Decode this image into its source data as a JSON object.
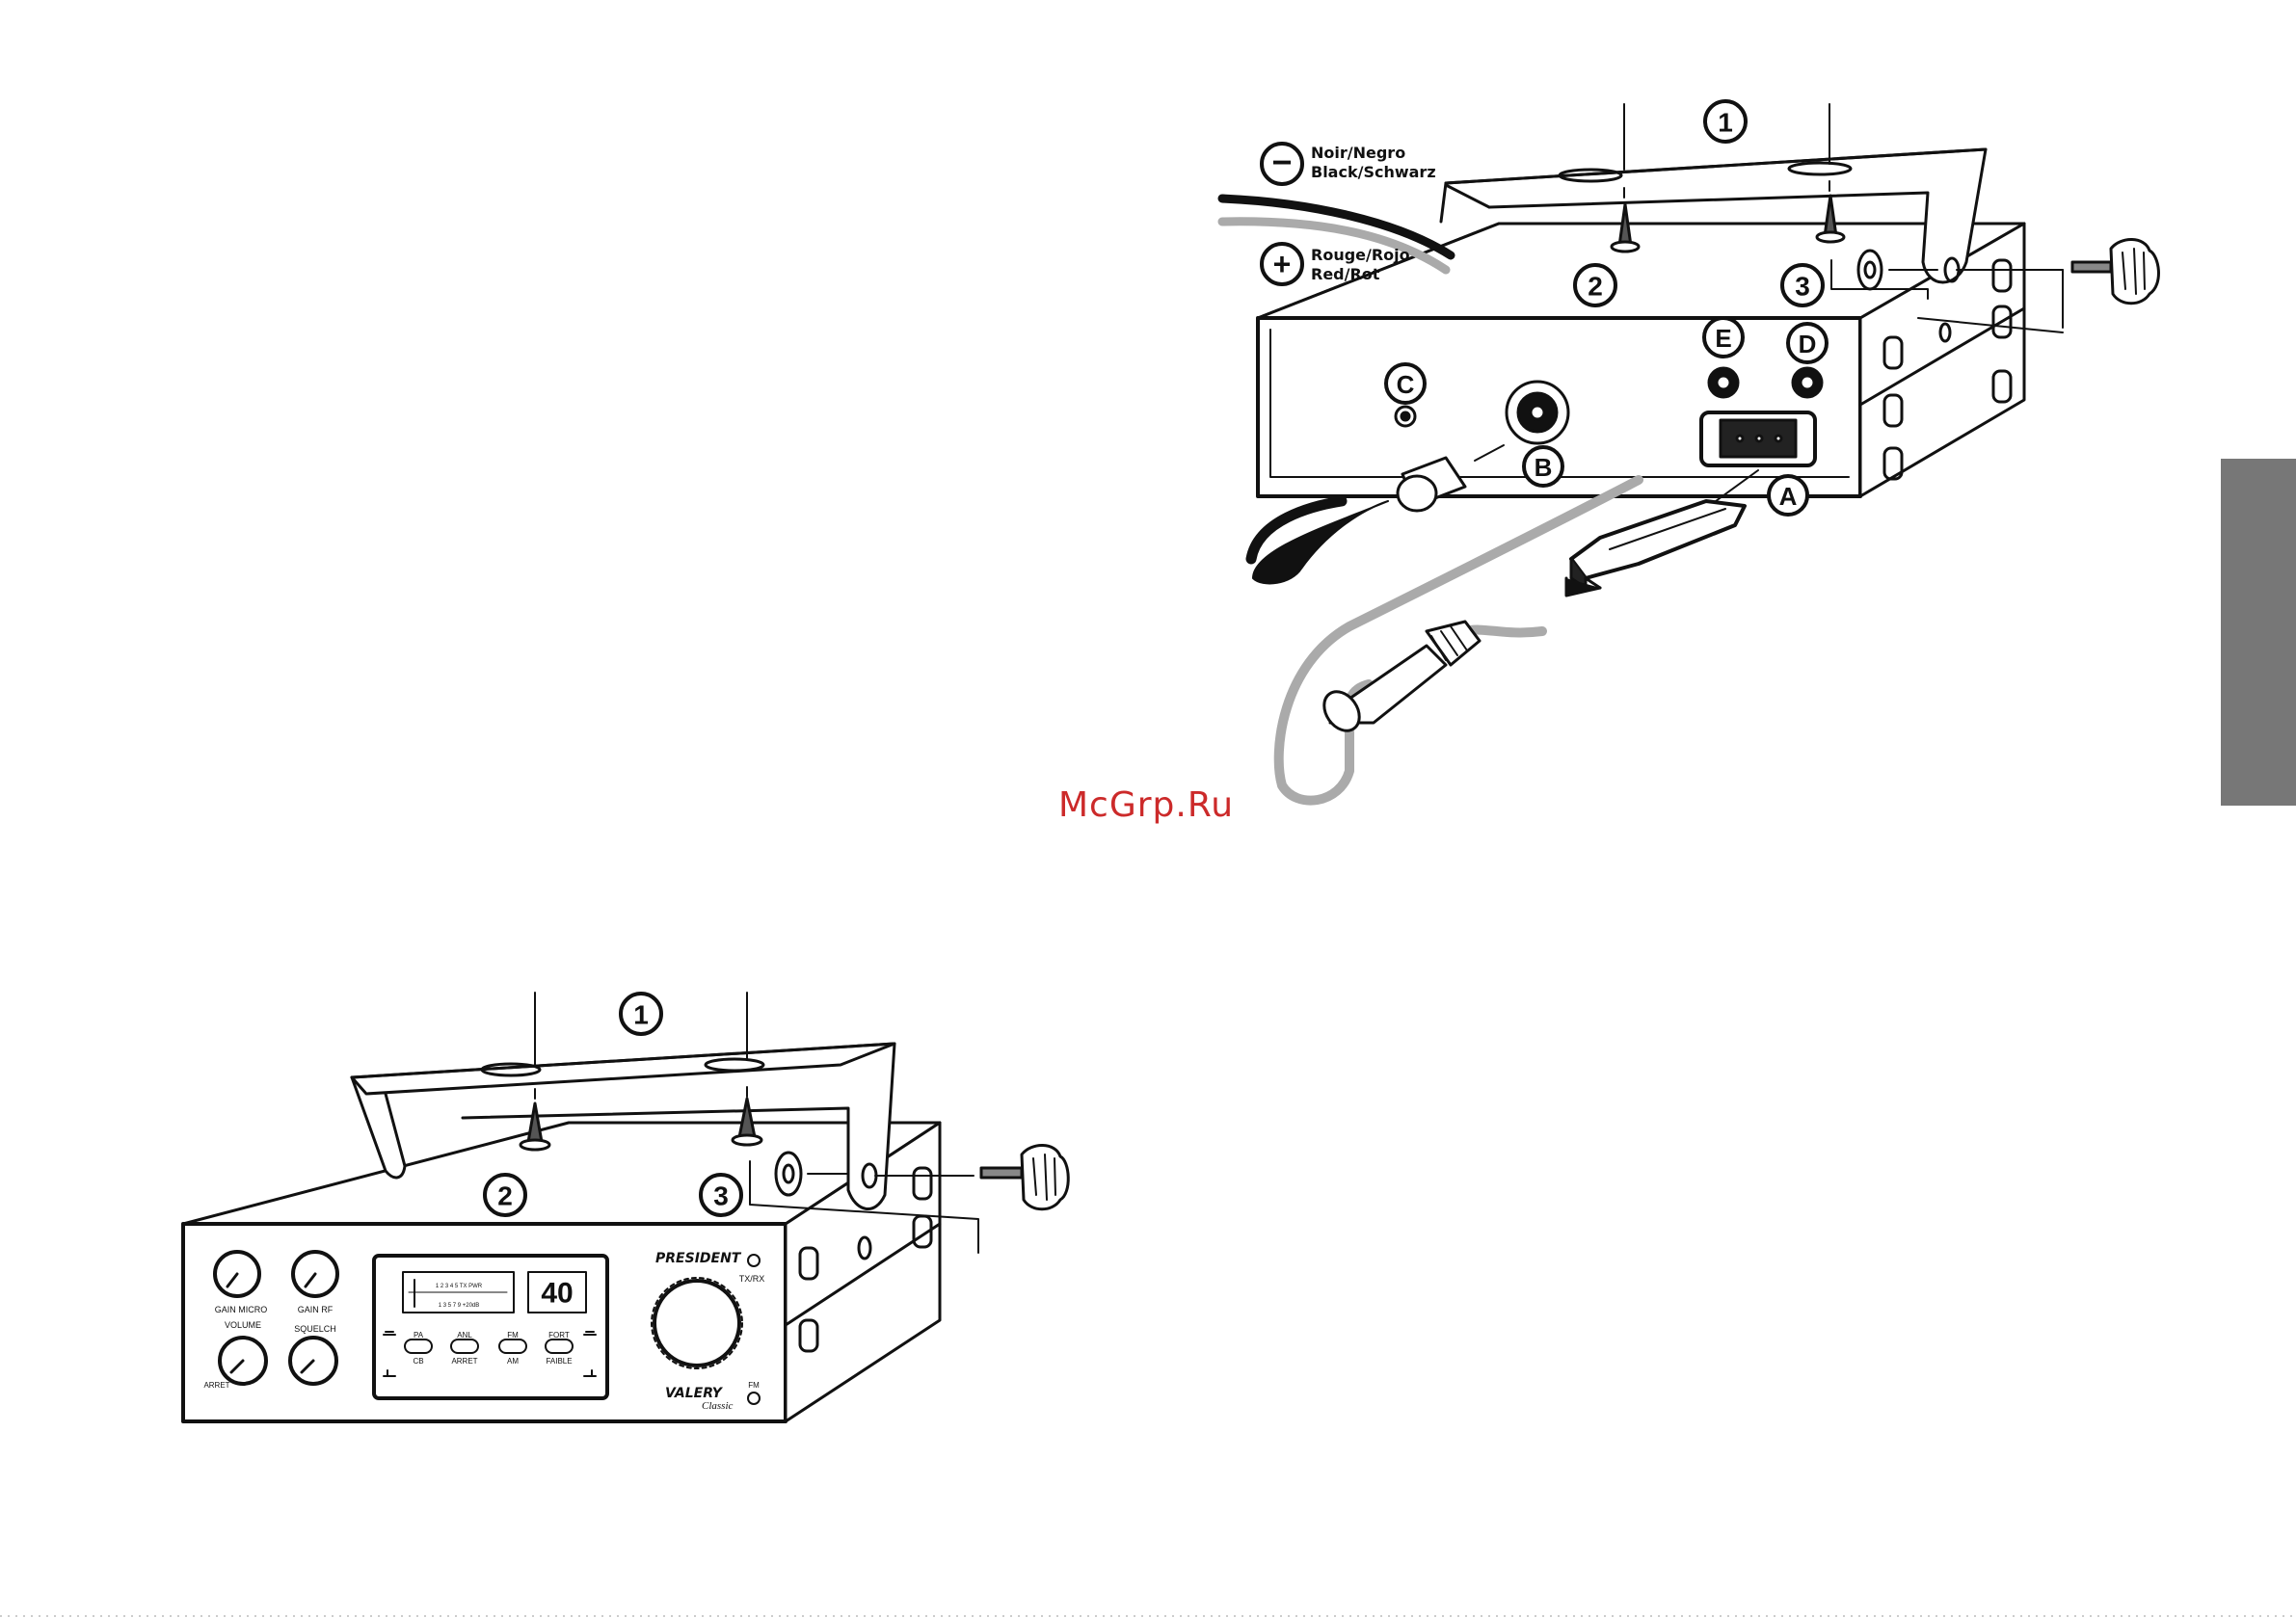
{
  "watermark": "McGrp.Ru",
  "side_tab_color": "#777777",
  "top_diagram": {
    "callout_1": "1",
    "callout_2": "2",
    "callout_3": "3",
    "label_a": "A",
    "label_b": "B",
    "label_c": "C",
    "label_d": "D",
    "label_e": "E",
    "minus_symbol": "−",
    "plus_symbol": "+",
    "wire_black_line1": "Noir/Negro",
    "wire_black_line2": "Black/Schwarz",
    "wire_red_line1": "Rouge/Rojo",
    "wire_red_line2": "Red/Rot"
  },
  "bottom_diagram": {
    "callout_1": "1",
    "callout_2": "2",
    "callout_3": "3",
    "knobs": {
      "gain_micro": "GAIN MICRO",
      "gain_rf": "GAIN RF",
      "volume": "VOLUME",
      "squelch": "SQUELCH",
      "arret": "ARRET"
    },
    "display": {
      "meter_top": "1  3  5 7 9 +20dB",
      "meter_bottom": "1  2  3 4 5 TX  PWR",
      "channel": "40"
    },
    "buttons": [
      {
        "top": "PA",
        "bottom": "CB"
      },
      {
        "top": "ANL",
        "bottom": "ARRET"
      },
      {
        "top": "FM",
        "bottom": "AM"
      },
      {
        "top": "FORT",
        "bottom": "FAIBLE"
      }
    ],
    "brand": "PRESIDENT",
    "model": "VALERY",
    "model_sub": "Classic",
    "led_txrx": "TX/RX",
    "led_fm": "FM"
  }
}
